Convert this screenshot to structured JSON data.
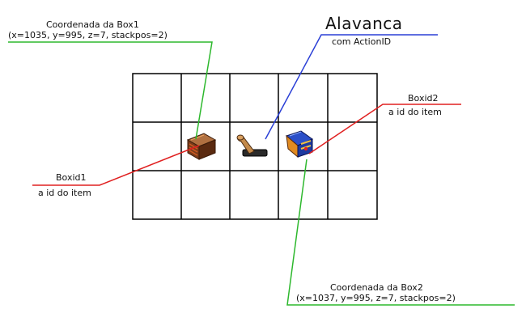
{
  "labels": {
    "box1_coord_title": "Coordenada da Box1",
    "box1_coord_values": "(x=1035, y=995, z=7, stackpos=2)",
    "lever_title": "Alavanca",
    "lever_subtitle": "com ActionID",
    "boxid2_title": "Boxid2",
    "boxid2_subtitle": "a id do item",
    "boxid1_title": "Boxid1",
    "boxid1_subtitle": "a id do item",
    "box2_coord_title": "Coordenada da Box2",
    "box2_coord_values": "(x=1037, y=995, z=7, stackpos=2)"
  },
  "grid": {
    "rows": 3,
    "cols": 5
  },
  "items": [
    {
      "row": 1,
      "col": 1,
      "icon": "wooden-box-icon"
    },
    {
      "row": 1,
      "col": 2,
      "icon": "lever-icon"
    },
    {
      "row": 1,
      "col": 3,
      "icon": "blue-chest-icon"
    }
  ],
  "colors": {
    "green_line": "#2db82d",
    "blue_line": "#2a3fd6",
    "red_line": "#e02020",
    "grid_line": "#000000"
  }
}
